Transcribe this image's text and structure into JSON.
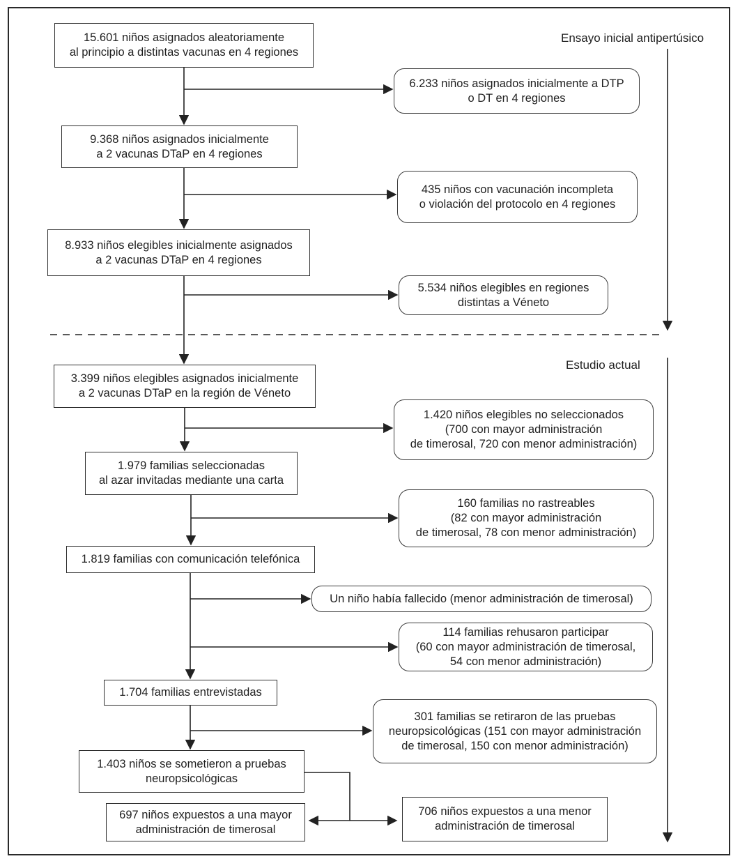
{
  "flow": {
    "section_labels": {
      "initial_trial": "Ensayo inicial antipertúsico",
      "current_study": "Estudio actual"
    },
    "main": {
      "randomized": "15.601 niños asignados aleatoriamente\nal principio a distintas vacunas en 4 regiones",
      "dtap_assigned": "9.368 niños asignados inicialmente\na 2 vacunas DTaP en 4 regiones",
      "eligible_assigned": "8.933 niños elegibles inicialmente asignados\na 2 vacunas DTaP en 4 regiones",
      "veneto_eligible": "3.399 niños elegibles asignados inicialmente\na 2 vacunas DTaP en la región de Véneto",
      "families_selected": "1.979 familias seleccionadas\nal azar invitadas mediante una carta",
      "families_phone": "1.819 familias con comunicación telefónica",
      "families_interviewed": "1.704 familias entrevistadas",
      "children_tested": "1.403 niños se sometieron a pruebas\nneuropsicológicas",
      "higher_thimerosal": "697 niños expuestos a una mayor\nadministración de timerosal"
    },
    "side": {
      "dtp_dt": "6.233 niños asignados inicialmente a DTP\no DT en 4 regiones",
      "incomplete_vaccination": "435 niños con vacunación incompleta\no violación del protocolo en 4 regiones",
      "other_regions": "5.534 niños elegibles en regiones\ndistintas a Véneto",
      "not_selected": "1.420 niños elegibles no seleccionados\n(700 con mayor administración\nde timerosal, 720 con menor administración)",
      "untraceable": "160 familias no rastreables\n(82 con mayor administración\nde timerosal, 78 con menor administración)",
      "deceased": "Un niño había fallecido (menor administración de timerosal)",
      "refused": "114 familias rehusaron participar\n(60 con mayor administración de timerosal,\n54 con menor administración)",
      "withdrew": "301 familias se retiraron de las pruebas\nneuropsicológicas (151 con mayor administración\nde timerosal, 150 con menor administración)",
      "lower_thimerosal": "706 niños expuestos a una menor\nadministración de timerosal"
    }
  }
}
